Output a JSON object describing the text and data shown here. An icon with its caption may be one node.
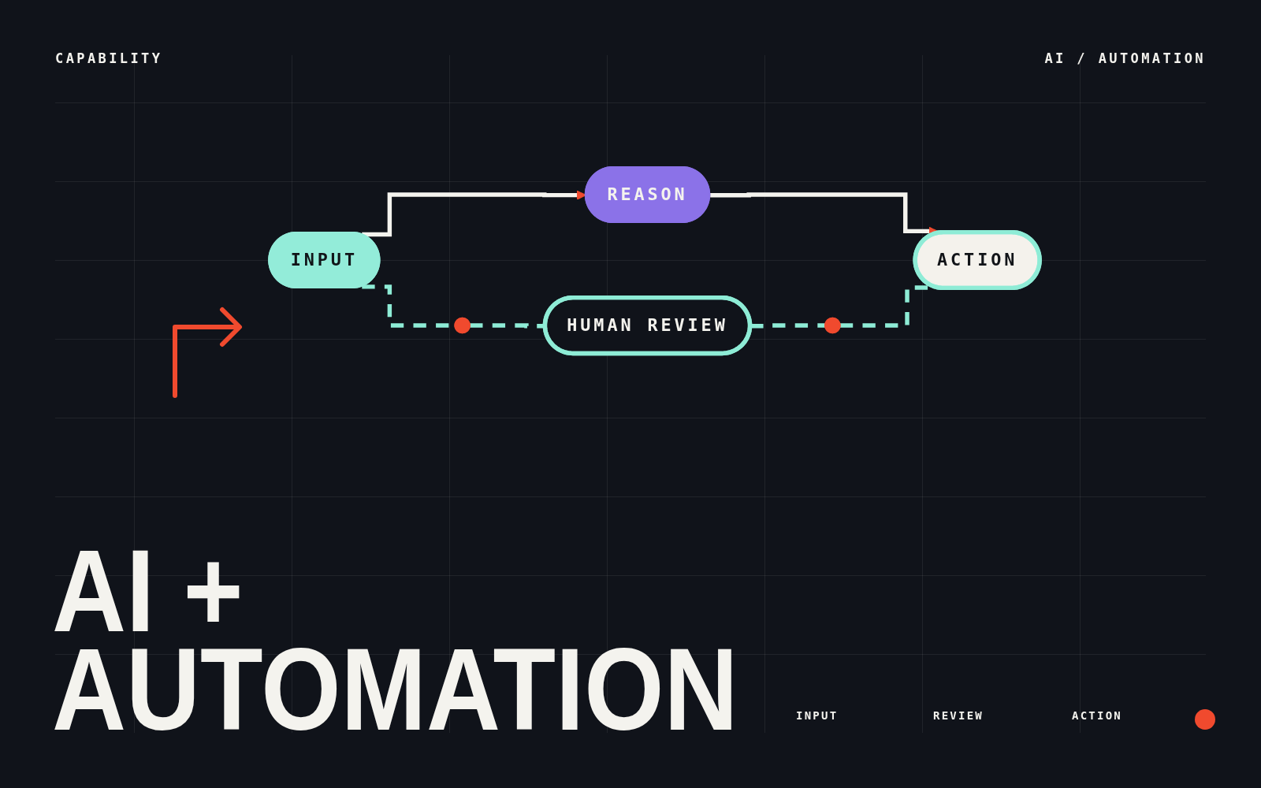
{
  "diagram": {
    "title": "AI + AUTOMATION",
    "nodes": [
      {
        "text": [
          "INPUT"
        ]
      },
      {
        "text": [
          "REASON"
        ]
      },
      {
        "text": [
          "ACTION"
        ]
      },
      {
        "text": [],
        "shape": "circle"
      },
      {
        "text": [
          "HUMAN REVIEW"
        ]
      },
      {
        "text": [],
        "shape": "circle"
      }
    ],
    "edges": [
      {
        "from": 0,
        "to": 1,
        "arrow": "to",
        "color": "#f4f3ee"
      },
      {
        "from": 1,
        "to": 2,
        "arrow": "to",
        "color": "#f4f3ee"
      },
      {
        "from": 0,
        "to": 3,
        "arrow": "none",
        "style": "dashed",
        "color": "#8eecd6"
      },
      {
        "from": 3,
        "to": 4,
        "arrow": "none",
        "style": "dashed",
        "color": "#8eecd6"
      },
      {
        "from": 4,
        "to": 5,
        "arrow": "none",
        "style": "dashed",
        "color": "#8eecd6"
      },
      {
        "from": 5,
        "to": 2,
        "arrow": "none",
        "style": "dashed",
        "color": "#8eecd6"
      }
    ],
    "labels": [
      "CAPABILITY",
      "AI / AUTOMATION",
      "INPUT",
      "REVIEW",
      "ACTION"
    ]
  }
}
